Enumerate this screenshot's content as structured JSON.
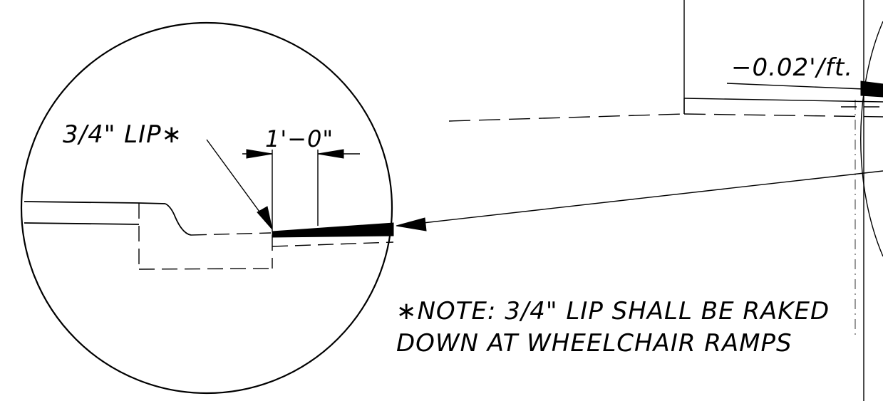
{
  "labels": {
    "slope": "−0.02'/ft.",
    "lip": "3/4\" LIP∗",
    "dimension": "1'−0\"",
    "note_line1": "∗NOTE: 3/4\" LIP SHALL BE RAKED",
    "note_line2": "DOWN AT WHEELCHAIR RAMPS"
  }
}
